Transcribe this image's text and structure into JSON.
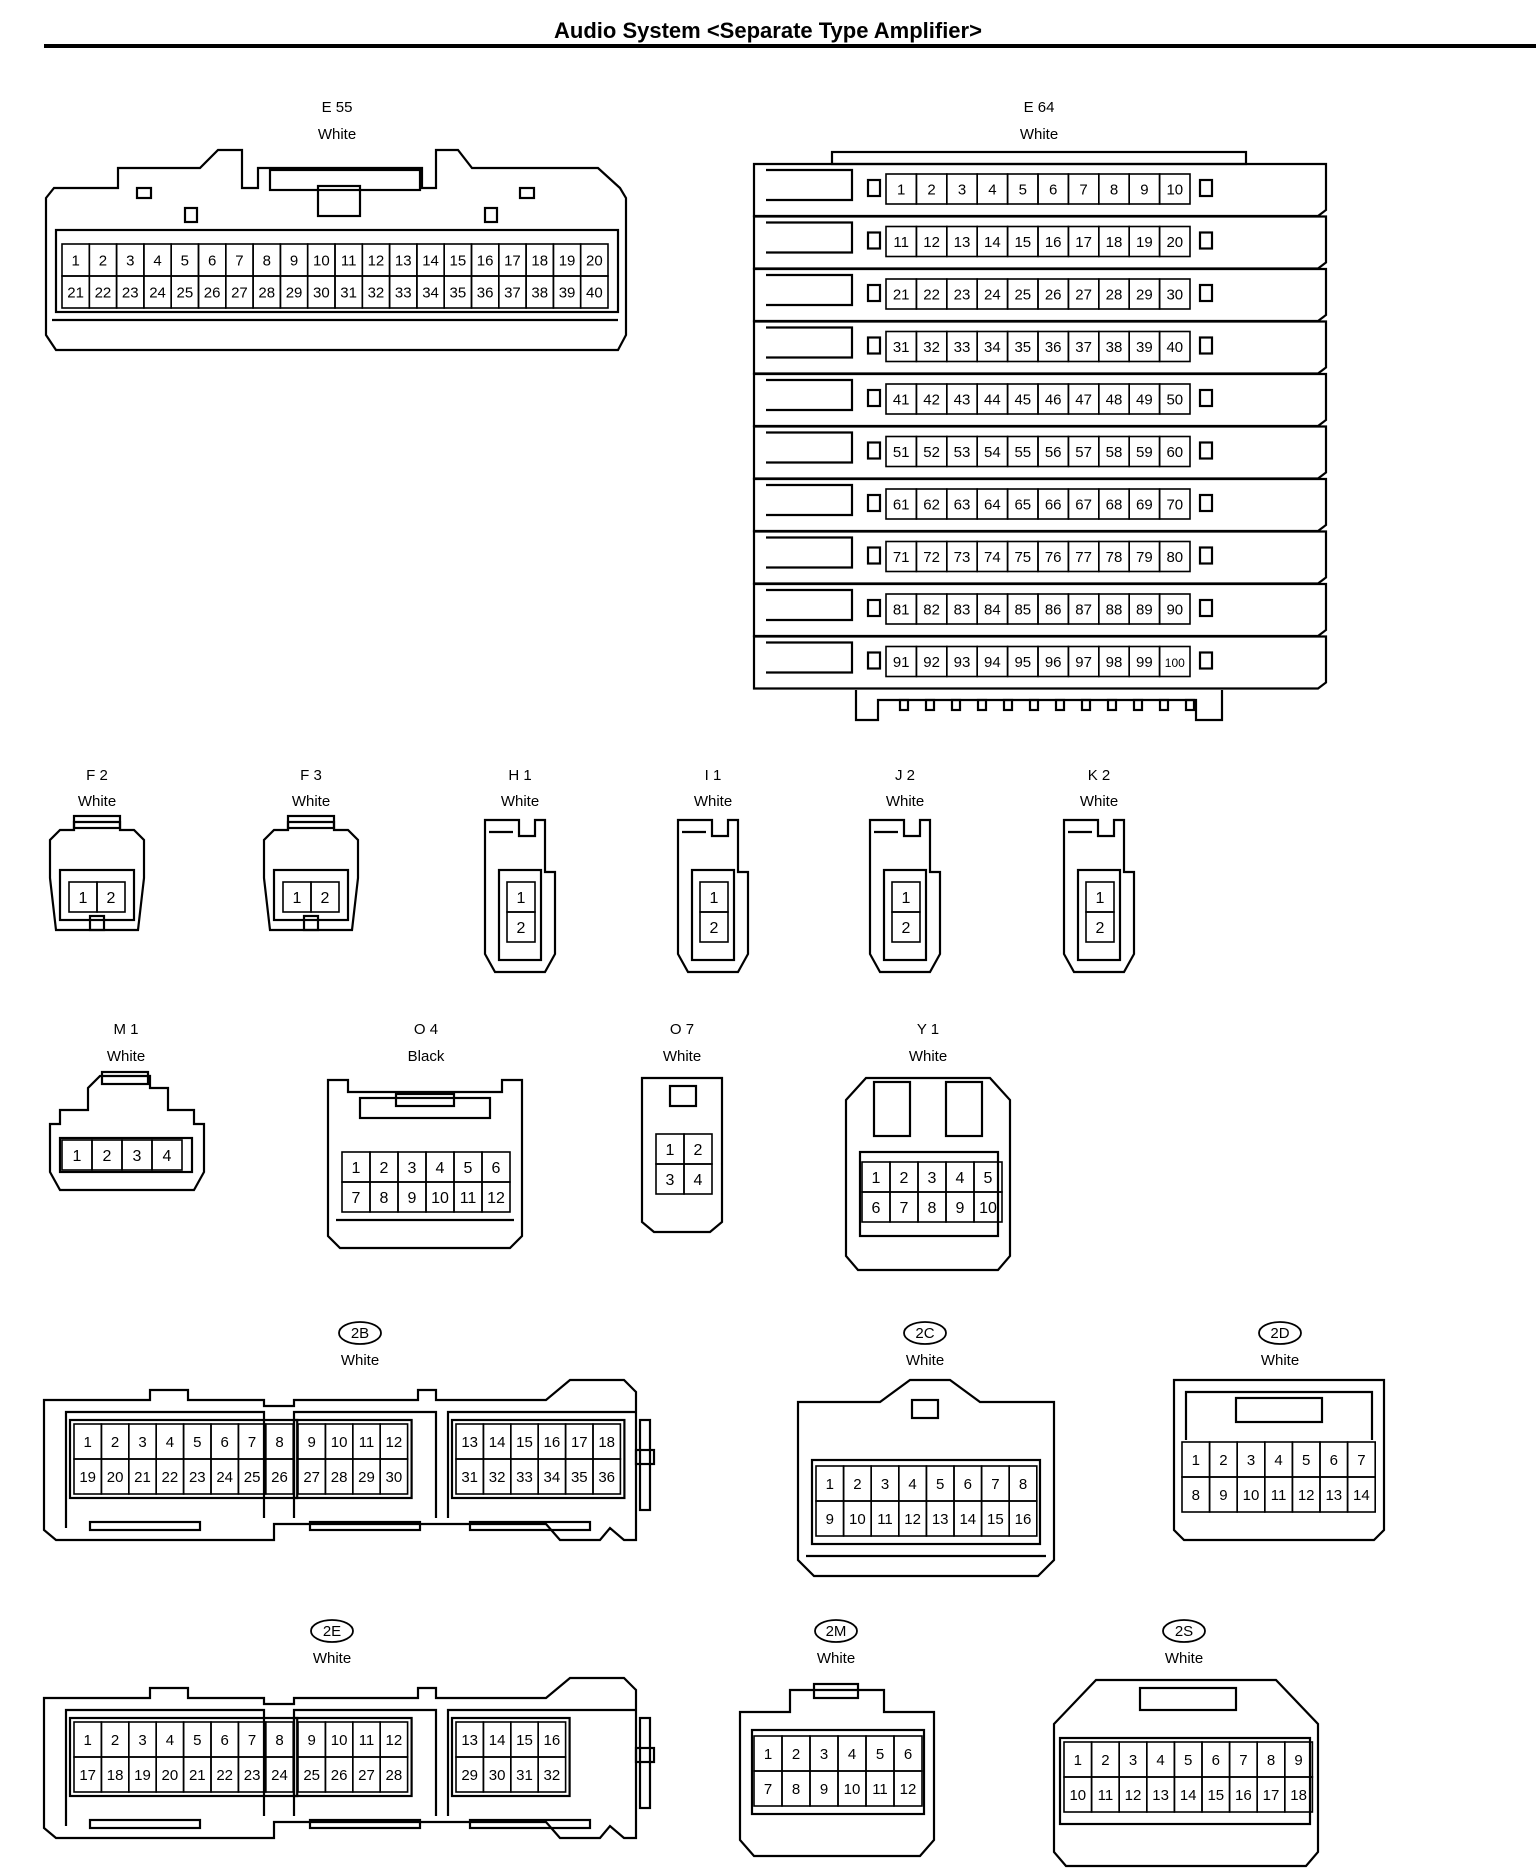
{
  "title": "Audio System <Separate Type Amplifier>",
  "colors": {
    "line": "#000000",
    "background": "#ffffff"
  },
  "connectors": [
    {
      "id": "E 55",
      "circled": false,
      "color": "White",
      "rows": [
        [
          "1",
          "2",
          "3",
          "4",
          "5",
          "6",
          "7",
          "8",
          "9",
          "10",
          "11",
          "12",
          "13",
          "14",
          "15",
          "16",
          "17",
          "18",
          "19",
          "20"
        ],
        [
          "21",
          "22",
          "23",
          "24",
          "25",
          "26",
          "27",
          "28",
          "29",
          "30",
          "31",
          "32",
          "33",
          "34",
          "35",
          "36",
          "37",
          "38",
          "39",
          "40"
        ]
      ]
    },
    {
      "id": "E 64",
      "circled": false,
      "color": "White",
      "rows": [
        [
          "1",
          "2",
          "3",
          "4",
          "5",
          "6",
          "7",
          "8",
          "9",
          "10"
        ],
        [
          "11",
          "12",
          "13",
          "14",
          "15",
          "16",
          "17",
          "18",
          "19",
          "20"
        ],
        [
          "21",
          "22",
          "23",
          "24",
          "25",
          "26",
          "27",
          "28",
          "29",
          "30"
        ],
        [
          "31",
          "32",
          "33",
          "34",
          "35",
          "36",
          "37",
          "38",
          "39",
          "40"
        ],
        [
          "41",
          "42",
          "43",
          "44",
          "45",
          "46",
          "47",
          "48",
          "49",
          "50"
        ],
        [
          "51",
          "52",
          "53",
          "54",
          "55",
          "56",
          "57",
          "58",
          "59",
          "60"
        ],
        [
          "61",
          "62",
          "63",
          "64",
          "65",
          "66",
          "67",
          "68",
          "69",
          "70"
        ],
        [
          "71",
          "72",
          "73",
          "74",
          "75",
          "76",
          "77",
          "78",
          "79",
          "80"
        ],
        [
          "81",
          "82",
          "83",
          "84",
          "85",
          "86",
          "87",
          "88",
          "89",
          "90"
        ],
        [
          "91",
          "92",
          "93",
          "94",
          "95",
          "96",
          "97",
          "98",
          "99",
          "100"
        ]
      ]
    },
    {
      "id": "F 2",
      "circled": false,
      "color": "White",
      "rows": [
        [
          "1",
          "2"
        ]
      ]
    },
    {
      "id": "F 3",
      "circled": false,
      "color": "White",
      "rows": [
        [
          "1",
          "2"
        ]
      ]
    },
    {
      "id": "H 1",
      "circled": false,
      "color": "White",
      "rows": [
        [
          "1"
        ],
        [
          "2"
        ]
      ]
    },
    {
      "id": "I 1",
      "circled": false,
      "color": "White",
      "rows": [
        [
          "1"
        ],
        [
          "2"
        ]
      ]
    },
    {
      "id": "J 2",
      "circled": false,
      "color": "White",
      "rows": [
        [
          "1"
        ],
        [
          "2"
        ]
      ]
    },
    {
      "id": "K 2",
      "circled": false,
      "color": "White",
      "rows": [
        [
          "1"
        ],
        [
          "2"
        ]
      ]
    },
    {
      "id": "M 1",
      "circled": false,
      "color": "White",
      "rows": [
        [
          "1",
          "2",
          "3",
          "4"
        ]
      ]
    },
    {
      "id": "O 4",
      "circled": false,
      "color": "Black",
      "rows": [
        [
          "1",
          "2",
          "3",
          "4",
          "5",
          "6"
        ],
        [
          "7",
          "8",
          "9",
          "10",
          "11",
          "12"
        ]
      ]
    },
    {
      "id": "O 7",
      "circled": false,
      "color": "White",
      "rows": [
        [
          "1",
          "2"
        ],
        [
          "3",
          "4"
        ]
      ]
    },
    {
      "id": "Y 1",
      "circled": false,
      "color": "White",
      "rows": [
        [
          "1",
          "2",
          "3",
          "4",
          "5"
        ],
        [
          "6",
          "7",
          "8",
          "9",
          "10"
        ]
      ]
    },
    {
      "id": "2B",
      "circled": true,
      "color": "White",
      "groups": [
        {
          "rows": [
            [
              "1",
              "2",
              "3",
              "4",
              "5",
              "6",
              "7",
              "8"
            ],
            [
              "19",
              "20",
              "21",
              "22",
              "23",
              "24",
              "25",
              "26"
            ]
          ]
        },
        {
          "rows": [
            [
              "9",
              "10",
              "11",
              "12"
            ],
            [
              "27",
              "28",
              "29",
              "30"
            ]
          ]
        },
        {
          "rows": [
            [
              "13",
              "14",
              "15",
              "16",
              "17",
              "18"
            ],
            [
              "31",
              "32",
              "33",
              "34",
              "35",
              "36"
            ]
          ]
        }
      ]
    },
    {
      "id": "2C",
      "circled": true,
      "color": "White",
      "rows": [
        [
          "1",
          "2",
          "3",
          "4",
          "5",
          "6",
          "7",
          "8"
        ],
        [
          "9",
          "10",
          "11",
          "12",
          "13",
          "14",
          "15",
          "16"
        ]
      ]
    },
    {
      "id": "2D",
      "circled": true,
      "color": "White",
      "rows": [
        [
          "1",
          "2",
          "3",
          "4",
          "5",
          "6",
          "7"
        ],
        [
          "8",
          "9",
          "10",
          "11",
          "12",
          "13",
          "14"
        ]
      ]
    },
    {
      "id": "2E",
      "circled": true,
      "color": "White",
      "groups": [
        {
          "rows": [
            [
              "1",
              "2",
              "3",
              "4",
              "5",
              "6",
              "7",
              "8"
            ],
            [
              "17",
              "18",
              "19",
              "20",
              "21",
              "22",
              "23",
              "24"
            ]
          ]
        },
        {
          "rows": [
            [
              "9",
              "10",
              "11",
              "12"
            ],
            [
              "25",
              "26",
              "27",
              "28"
            ]
          ]
        },
        {
          "rows": [
            [
              "13",
              "14",
              "15",
              "16"
            ],
            [
              "29",
              "30",
              "31",
              "32"
            ]
          ]
        }
      ]
    },
    {
      "id": "2M",
      "circled": true,
      "color": "White",
      "rows": [
        [
          "1",
          "2",
          "3",
          "4",
          "5",
          "6"
        ],
        [
          "7",
          "8",
          "9",
          "10",
          "11",
          "12"
        ]
      ]
    },
    {
      "id": "2S",
      "circled": true,
      "color": "White",
      "rows": [
        [
          "1",
          "2",
          "3",
          "4",
          "5",
          "6",
          "7",
          "8",
          "9"
        ],
        [
          "10",
          "11",
          "12",
          "13",
          "14",
          "15",
          "16",
          "17",
          "18"
        ]
      ]
    }
  ]
}
